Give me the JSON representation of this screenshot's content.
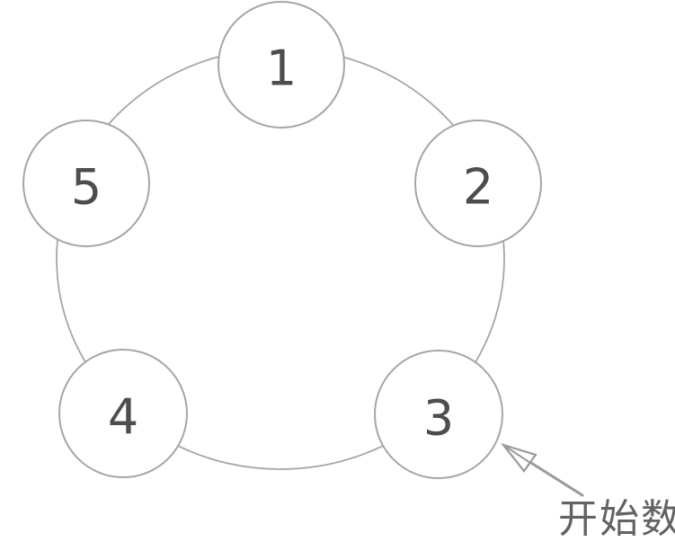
{
  "diagram": {
    "type": "counting-circle",
    "nodes": [
      {
        "label": "1"
      },
      {
        "label": "2"
      },
      {
        "label": "3"
      },
      {
        "label": "4"
      },
      {
        "label": "5"
      }
    ],
    "annotation": {
      "label": "开始数",
      "target_node": "3"
    },
    "colors": {
      "line": "#a6a6a6",
      "arrow": "#9a9a9a",
      "number": "#4d4d4d",
      "annotation_text": "#636363"
    }
  }
}
